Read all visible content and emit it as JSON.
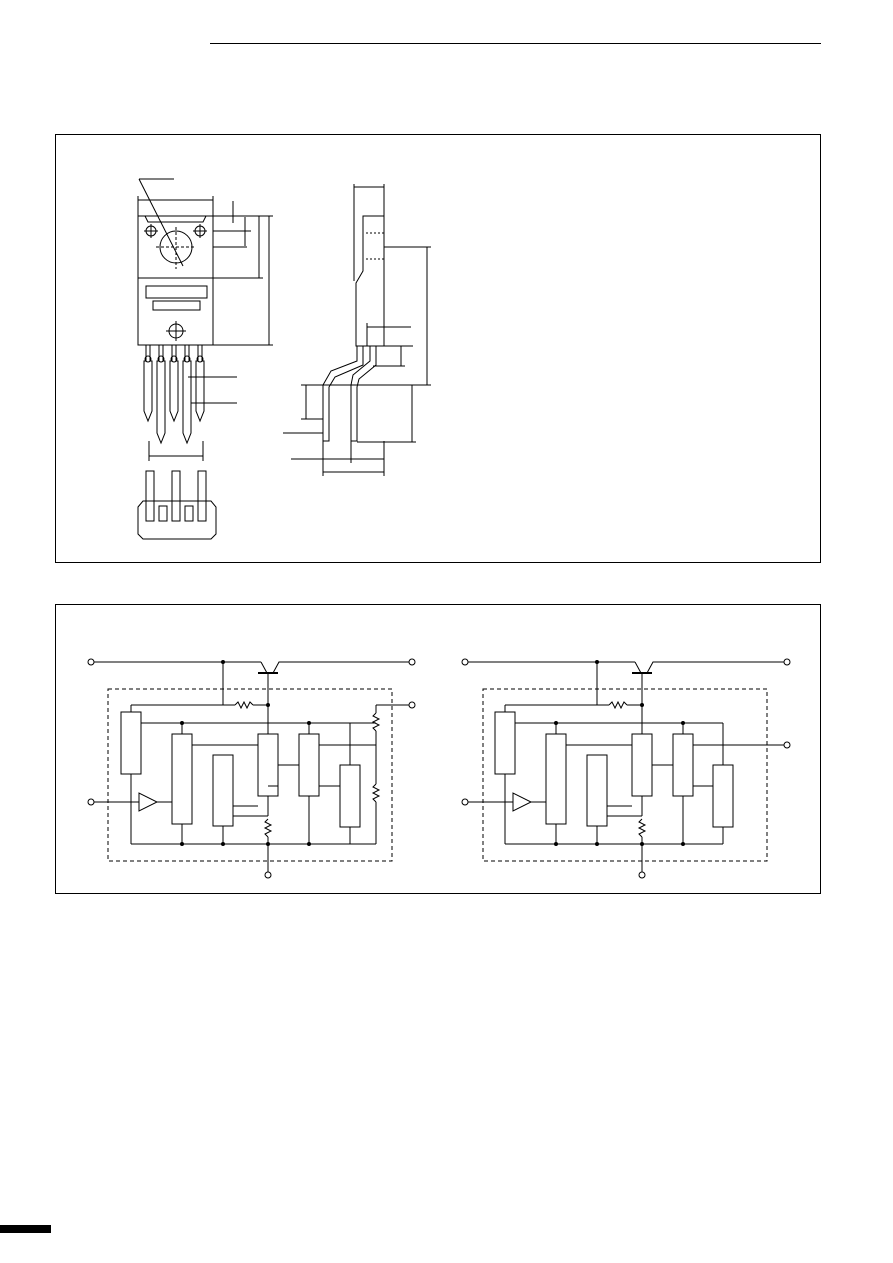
{
  "colors": {
    "line": "#000000",
    "background": "#ffffff",
    "hatch": "#555555"
  },
  "header": {},
  "outline_drawing": {
    "front_view": {
      "pins": 5,
      "elements": [
        "mounting-hole",
        "label-marking",
        "lead-frame-hole"
      ]
    },
    "side_view": {},
    "bottom_view": {}
  },
  "block_diagrams": [
    {
      "id": "left",
      "external_terminals": 5,
      "blocks": 6
    },
    {
      "id": "right",
      "external_terminals": 5,
      "blocks": 6
    }
  ]
}
